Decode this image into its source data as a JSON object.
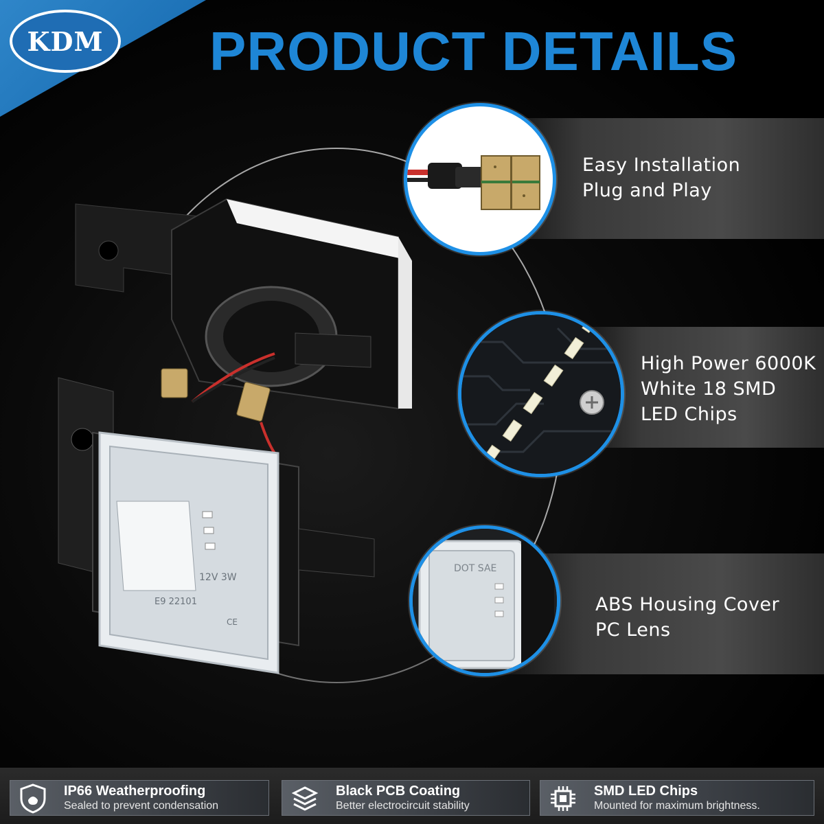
{
  "brand": {
    "logo_text": "KDM"
  },
  "header": {
    "title": "PRODUCT DETAILS"
  },
  "features": [
    {
      "lines": [
        "Easy Installation",
        "Plug and Play"
      ],
      "icon": "wiring-connector-closeup"
    },
    {
      "lines": [
        "High Power 6000K",
        "White 18 SMD",
        "LED Chips"
      ],
      "icon": "led-pcb-closeup"
    },
    {
      "lines": [
        "ABS Housing Cover",
        "PC Lens"
      ],
      "icon": "lens-housing-closeup"
    }
  ],
  "product_markings": {
    "lens_marks": [
      "DOT SAE",
      "12V 3W",
      "E9 22101",
      "CE"
    ]
  },
  "bottom_features": [
    {
      "title": "IP66 Weatherproofing",
      "subtitle": "Sealed to prevent condensation",
      "icon": "shield-icon"
    },
    {
      "title": "Black PCB Coating",
      "subtitle": "Better electrocircuit stability",
      "icon": "layers-icon"
    },
    {
      "title": "SMD LED Chips",
      "subtitle": "Mounted for maximum brightness.",
      "icon": "chip-icon"
    }
  ],
  "colors": {
    "accent_blue": "#1e86d6",
    "corner_blue": "#1e73b8",
    "background": "#000000",
    "band_gray": "#4a4a4a"
  }
}
